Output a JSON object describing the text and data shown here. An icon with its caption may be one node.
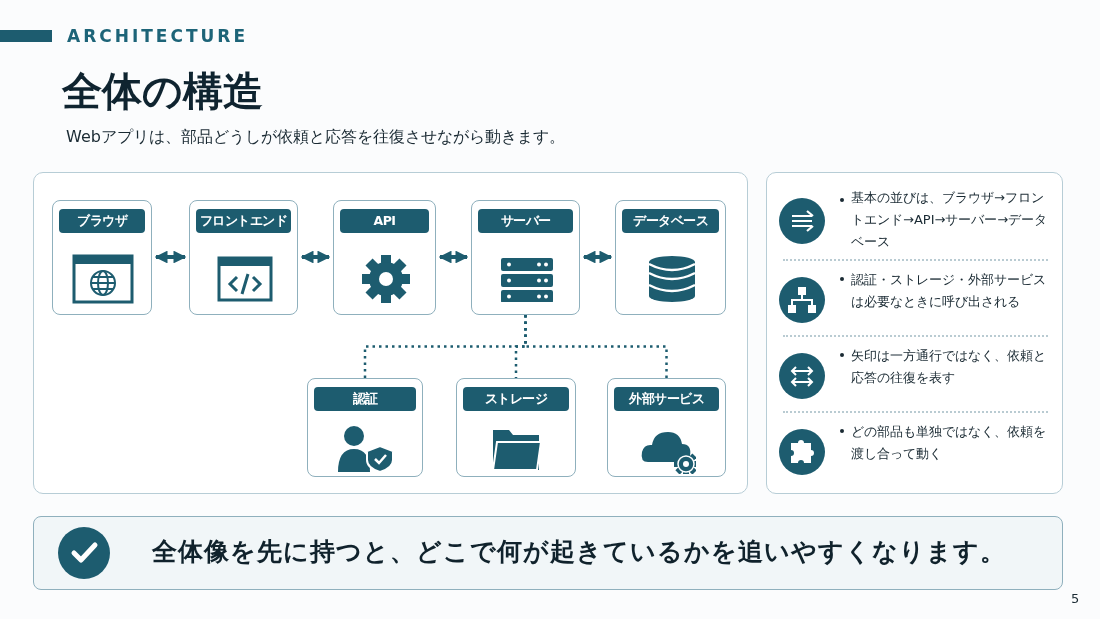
{
  "diagram": {
    "title": "全体の構造",
    "nodes": [
      {
        "text": [
          "ブラウザ"
        ]
      },
      {
        "text": [
          "フロントエンド"
        ]
      },
      {
        "text": [
          "API"
        ]
      },
      {
        "text": [
          "サーバー"
        ]
      },
      {
        "text": [
          "データベース"
        ]
      },
      {
        "text": [
          "認証"
        ]
      },
      {
        "text": [
          "ストレージ"
        ]
      },
      {
        "text": [
          "外部サービス"
        ]
      },
      {
        "text": [
          "基本の並びは、ブラウザ→フロントエンド→API→サーバー→データベース",
          "認証・ストレージ・外部サービスは必要なときに呼び出される",
          "矢印は一方通行ではなく、依頼と応答の往復を表す",
          "どの部品も単独ではなく、依頼を渡し合って動く"
        ]
      },
      {
        "text": [
          "全体像を先に持つと、どこで何が起きているかを追いやすくなります。"
        ]
      }
    ],
    "edges": [
      {
        "from": 0,
        "to": 1,
        "arrow": "both"
      },
      {
        "from": 1,
        "to": 2,
        "arrow": "both"
      },
      {
        "from": 2,
        "to": 3,
        "arrow": "both"
      },
      {
        "from": 3,
        "to": 4,
        "arrow": "both"
      },
      {
        "from": 3,
        "to": 5,
        "arrow": "none",
        "style": "dashed"
      },
      {
        "from": 3,
        "to": 6,
        "arrow": "none",
        "style": "dashed"
      },
      {
        "from": 3,
        "to": 7,
        "arrow": "none",
        "style": "dashed"
      }
    ],
    "labels": [
      "ARCHITECTURE",
      "Webアプリは、部品どうしが依頼と応答を往復させながら動きます。",
      "5"
    ]
  }
}
